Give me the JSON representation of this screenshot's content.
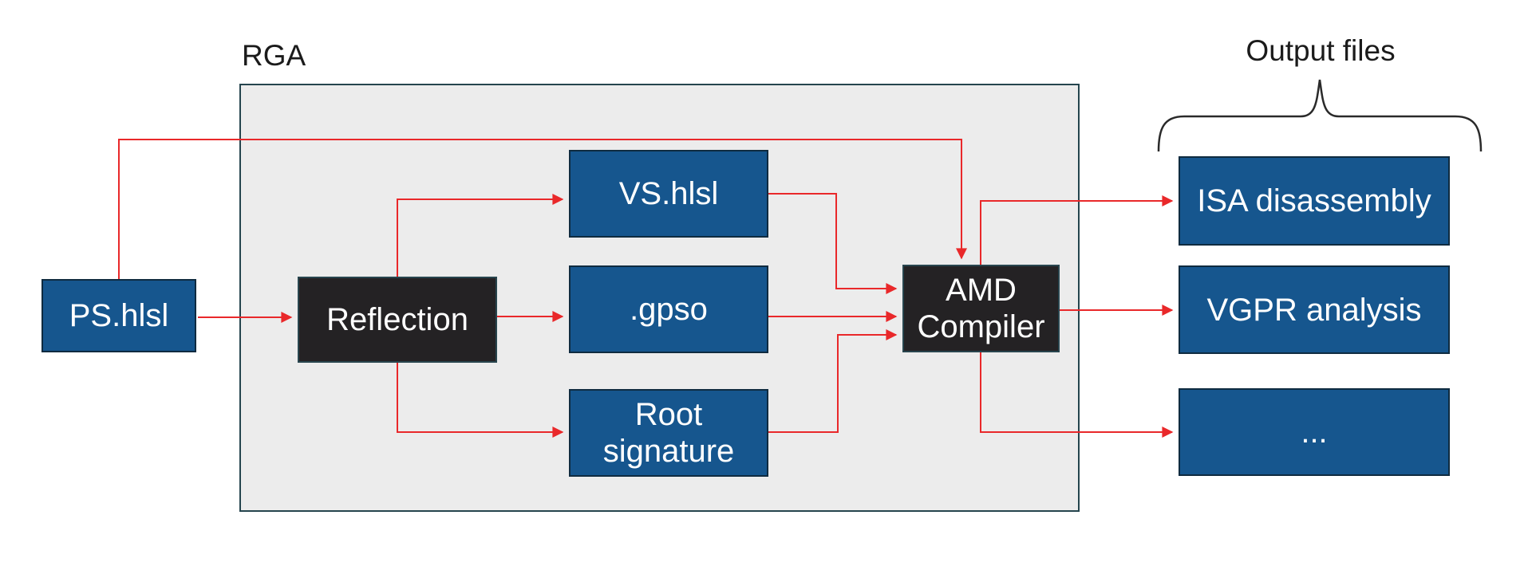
{
  "diagram": {
    "rga_label": "RGA",
    "output_files_label": "Output files",
    "nodes": {
      "ps_hlsl": {
        "label": "PS.hlsl",
        "style": "blue"
      },
      "reflection": {
        "label": "Reflection",
        "style": "dark"
      },
      "vs_hlsl": {
        "label": "VS.hlsl",
        "style": "blue"
      },
      "gpso": {
        "label": ".gpso",
        "style": "blue"
      },
      "root_signature": {
        "label": "Root\nsignature",
        "style": "blue"
      },
      "amd_compiler": {
        "label": "AMD\nCompiler",
        "style": "dark"
      },
      "isa_disassembly": {
        "label": "ISA disassembly",
        "style": "blue"
      },
      "vgpr_analysis": {
        "label": "VGPR analysis",
        "style": "blue"
      },
      "more_outputs": {
        "label": "...",
        "style": "blue"
      }
    },
    "edges": [
      {
        "from": "ps_hlsl",
        "to": "amd_compiler",
        "route": "up-over-top"
      },
      {
        "from": "ps_hlsl",
        "to": "reflection",
        "route": "straight"
      },
      {
        "from": "reflection",
        "to": "vs_hlsl",
        "route": "up-right"
      },
      {
        "from": "reflection",
        "to": "gpso",
        "route": "straight"
      },
      {
        "from": "reflection",
        "to": "root_signature",
        "route": "down-right"
      },
      {
        "from": "vs_hlsl",
        "to": "amd_compiler",
        "route": "right-down"
      },
      {
        "from": "gpso",
        "to": "amd_compiler",
        "route": "straight"
      },
      {
        "from": "root_signature",
        "to": "amd_compiler",
        "route": "right-up"
      },
      {
        "from": "amd_compiler",
        "to": "isa_disassembly",
        "route": "up-right"
      },
      {
        "from": "amd_compiler",
        "to": "vgpr_analysis",
        "route": "straight"
      },
      {
        "from": "amd_compiler",
        "to": "more_outputs",
        "route": "down-right"
      }
    ],
    "colors": {
      "node_blue": "#16568e",
      "node_dark": "#242224",
      "arrow_red": "#e9282a",
      "container_fill": "#ececec",
      "container_border": "#25454e",
      "node_text": "#ffffff",
      "label_text": "#1b1b1b",
      "brace": "#2a2a2a"
    }
  }
}
